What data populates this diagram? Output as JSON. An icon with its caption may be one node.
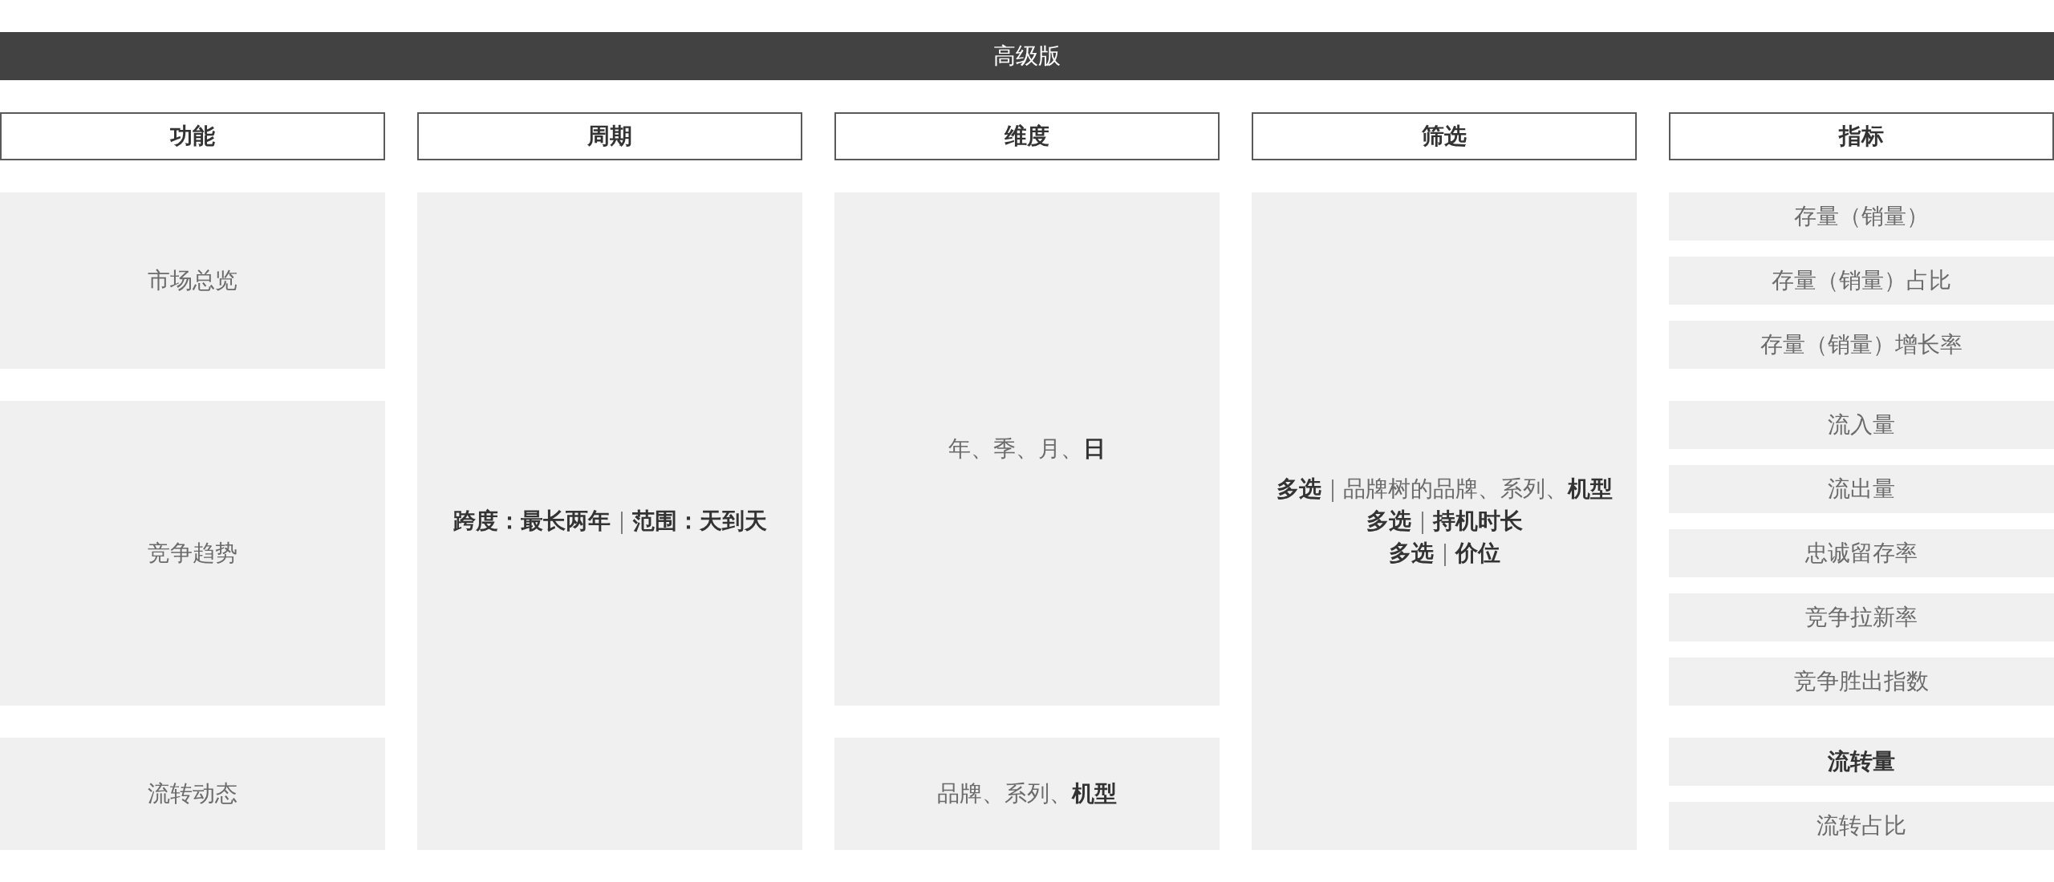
{
  "diagram": {
    "nodes": [
      {
        "text": [
          "高级版"
        ]
      },
      {
        "text": [
          "功能"
        ]
      },
      {
        "text": [
          "周期"
        ]
      },
      {
        "text": [
          "维度"
        ]
      },
      {
        "text": [
          "筛选"
        ]
      },
      {
        "text": [
          "指标"
        ]
      },
      {
        "text": [
          "市场总览"
        ]
      },
      {
        "text": [
          "竞争趋势"
        ]
      },
      {
        "text": [
          "流转动态"
        ]
      },
      {
        "text": [
          "**跨度：最长两年**｜**范围：天到天**"
        ]
      },
      {
        "text": [
          "年、季、月、**日**"
        ]
      },
      {
        "text": [
          "品牌、系列、**机型**"
        ]
      },
      {
        "text": [
          "**多选**｜品牌树的品牌、系列、**机型**",
          "**多选**｜**持机时长**",
          "**多选**｜**价位**"
        ]
      },
      {
        "text": [
          "存量（销量）"
        ]
      },
      {
        "text": [
          "存量（销量）占比"
        ]
      },
      {
        "text": [
          "存量（销量）增长率"
        ]
      },
      {
        "text": [
          "流入量"
        ]
      },
      {
        "text": [
          "流出量"
        ]
      },
      {
        "text": [
          "忠诚留存率"
        ]
      },
      {
        "text": [
          "竞争拉新率"
        ]
      },
      {
        "text": [
          "竞争胜出指数"
        ]
      },
      {
        "text": [
          "流转量"
        ]
      },
      {
        "text": [
          "流转占比"
        ]
      }
    ]
  }
}
